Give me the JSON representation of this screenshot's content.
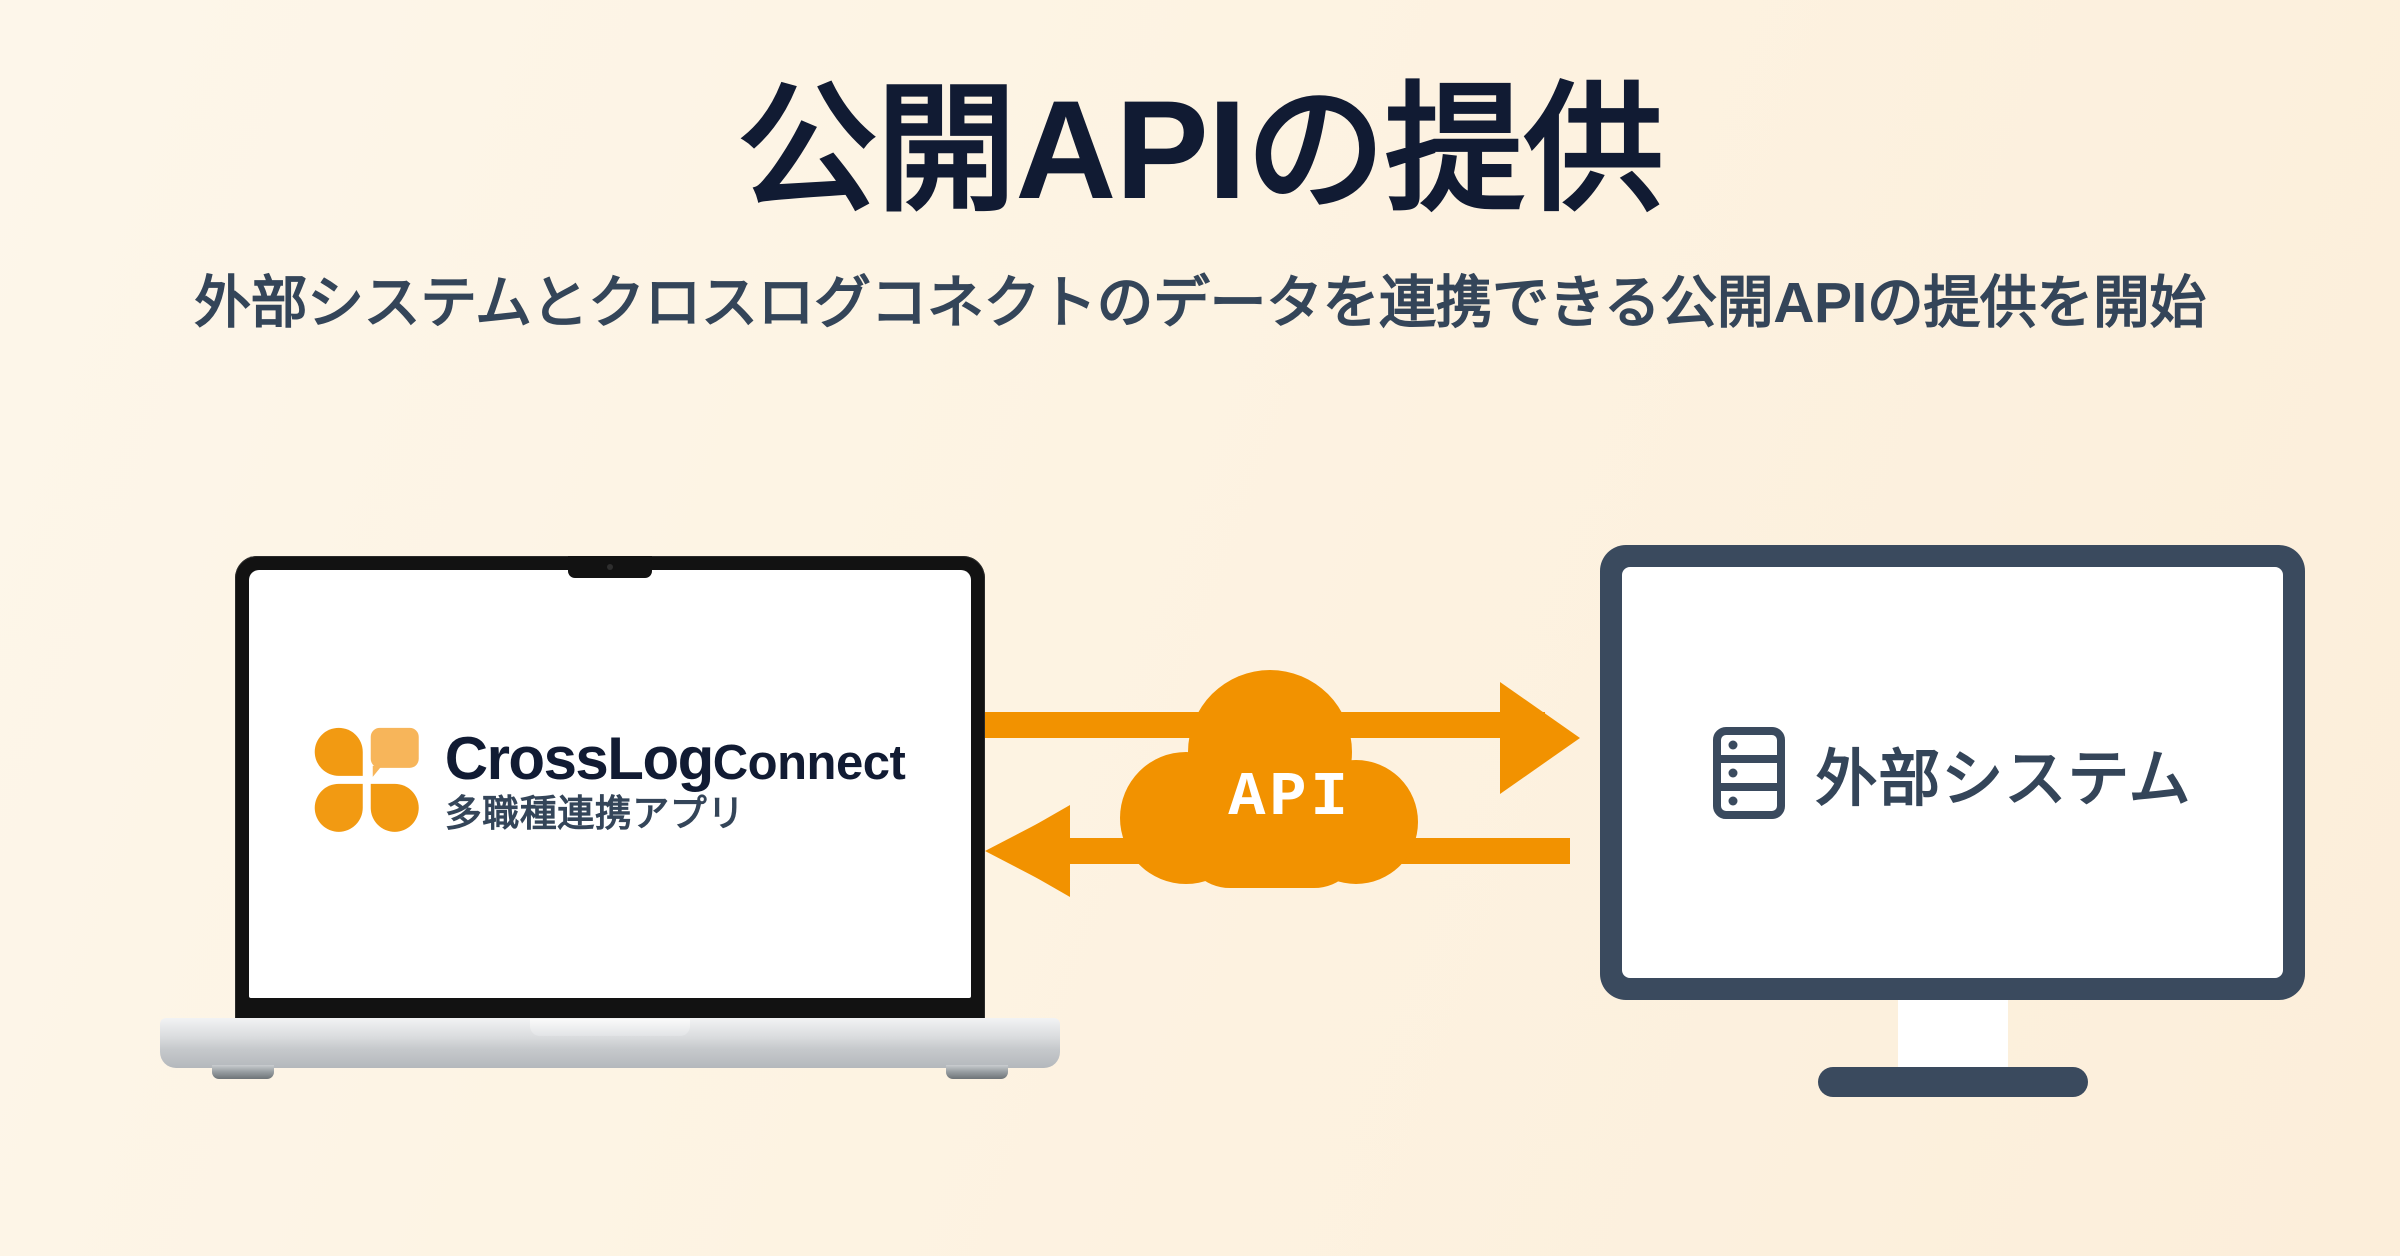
{
  "page": {
    "title": "公開APIの提供",
    "subtitle": "外部システムとクロスログコネクトのデータを連携できる公開APIの提供を開始",
    "background_gradient_from": "#FDF6EA",
    "background_gradient_to": "#FCEEDA"
  },
  "colors": {
    "title_navy": "#111B33",
    "subtitle_slate": "#344559",
    "accent_orange": "#F29200",
    "brand_orange": "#F29A12",
    "brand_orange_light": "#F7B55A",
    "device_slate": "#3A4A5E",
    "laptop_lid_black": "#121212",
    "laptop_base_silver": "#DADCDE",
    "screen_white": "#FFFFFF"
  },
  "laptop": {
    "device_name": "laptop",
    "brand": {
      "logo_icon": "crosslog-petal-mark-icon",
      "name": "CrossLog",
      "name_suffix": "Connect",
      "tagline": "多職種連携アプリ"
    }
  },
  "connector": {
    "cloud_label": "API",
    "cloud_icon": "cloud-icon",
    "flows": [
      {
        "id": "outbound",
        "direction": "right",
        "from": "laptop",
        "to": "external-system",
        "icon": "arrow-right-icon"
      },
      {
        "id": "inbound",
        "direction": "left",
        "from": "external-system",
        "to": "laptop",
        "icon": "arrow-left-icon"
      }
    ]
  },
  "monitor": {
    "device_name": "external-system-monitor",
    "icon": "server-stack-icon",
    "label": "外部システム"
  }
}
